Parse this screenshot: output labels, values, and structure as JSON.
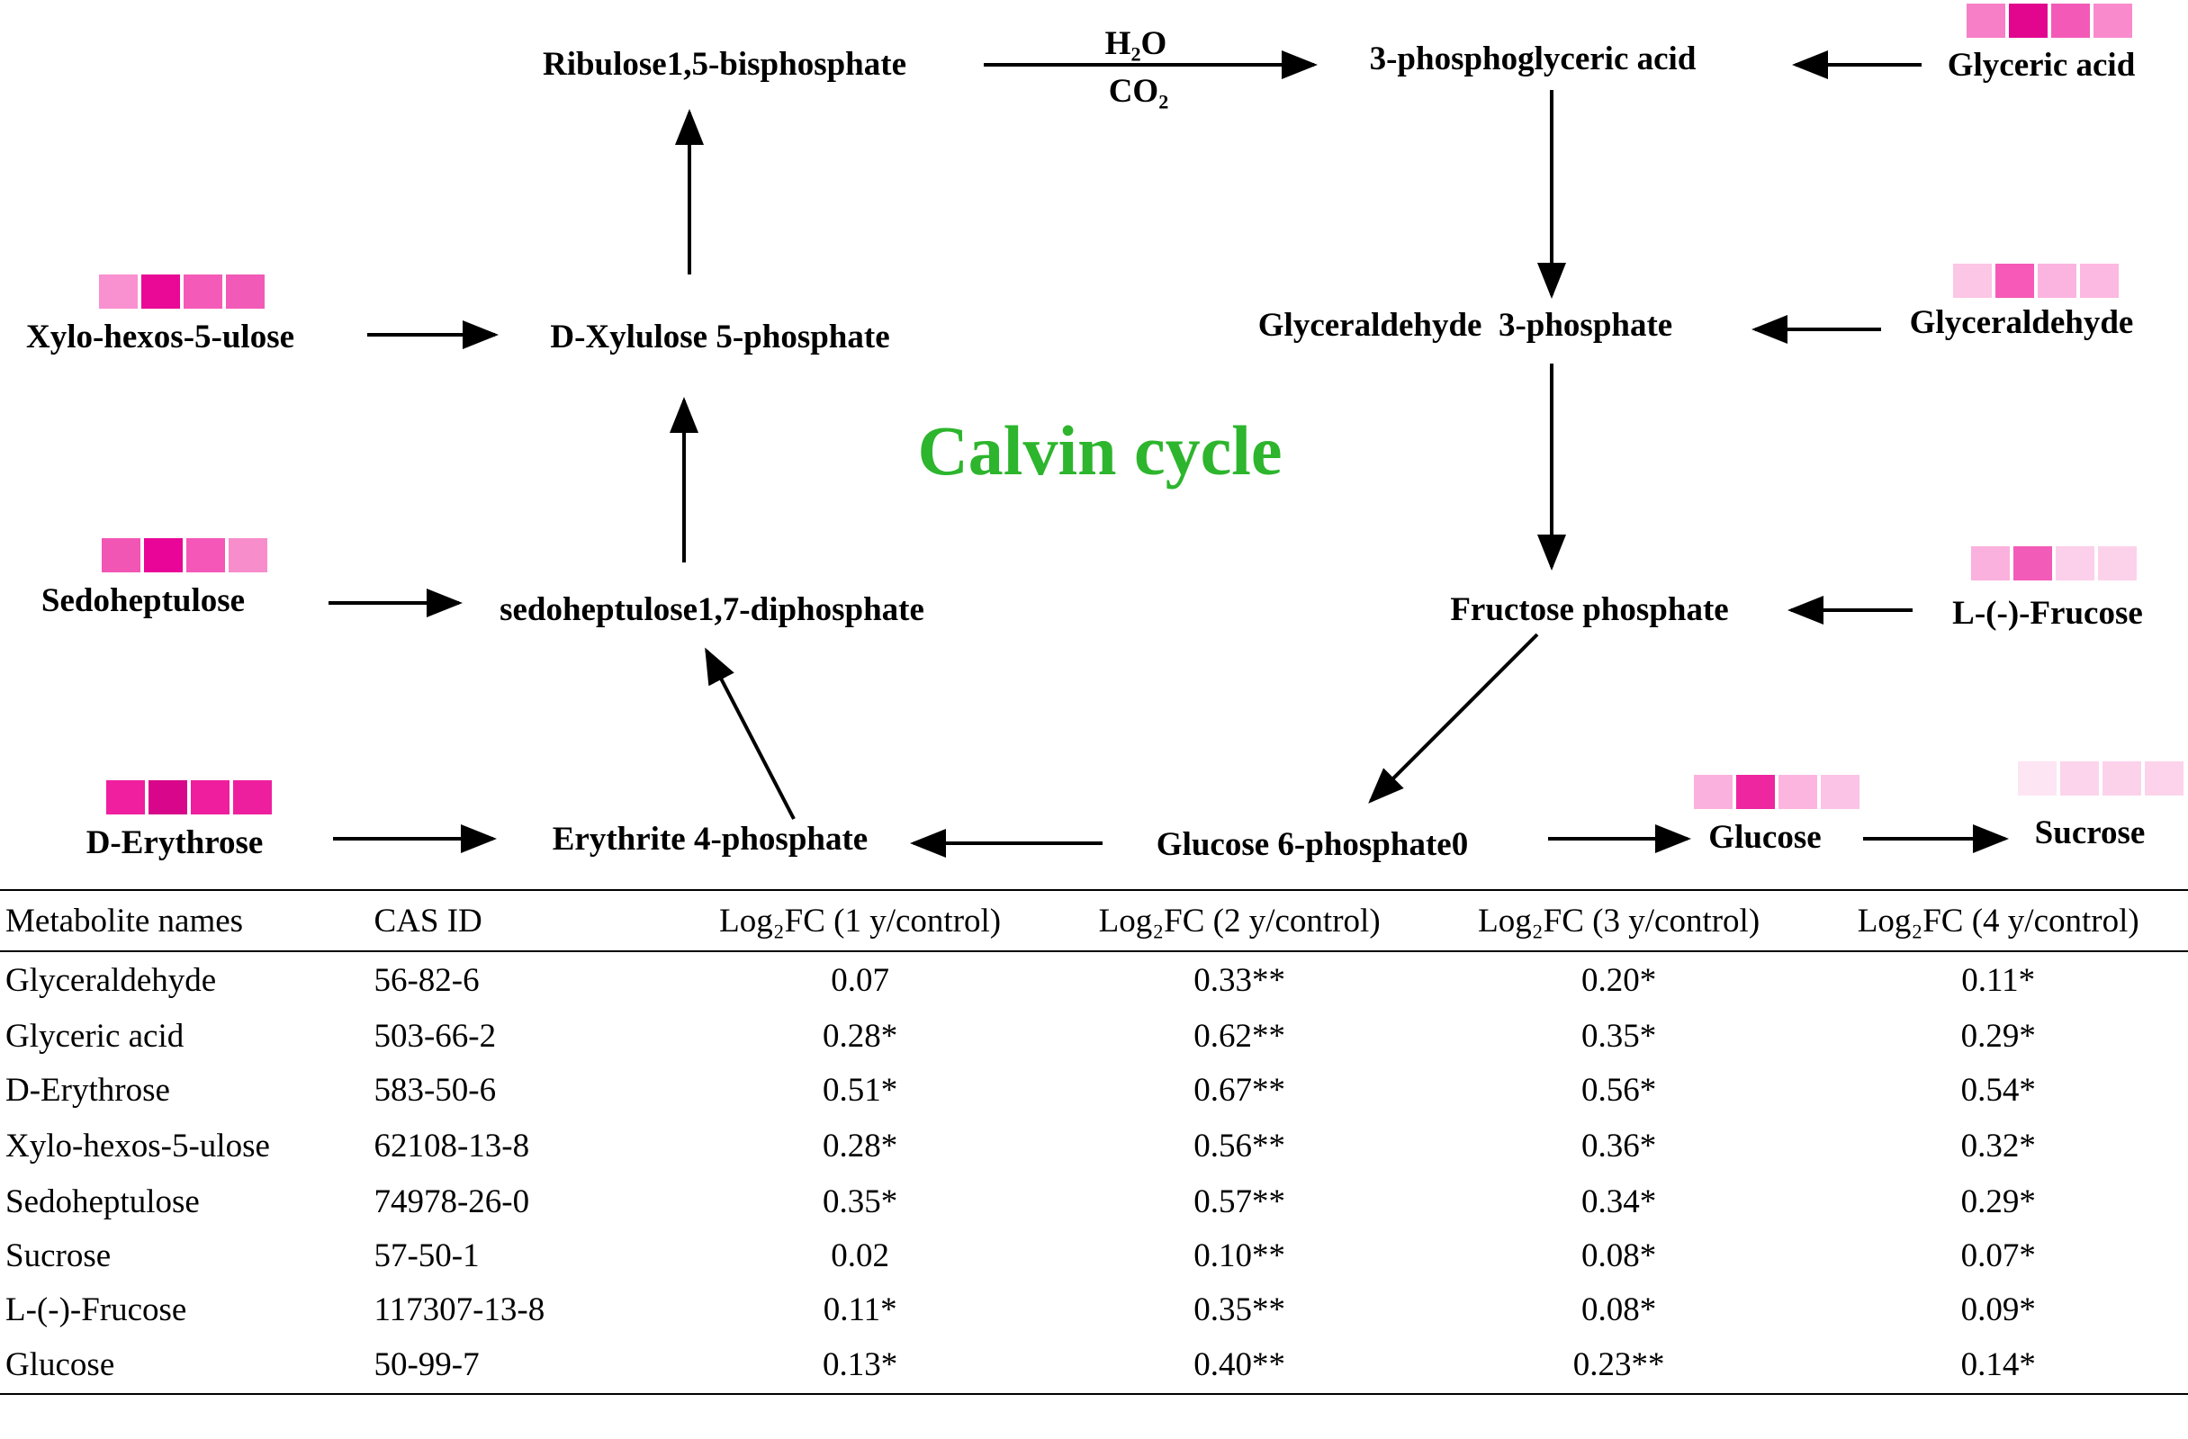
{
  "diagram": {
    "title": "Calvin cycle",
    "title_color": "#2db52d",
    "arrow_label_top": "H₂O",
    "arrow_label_bottom": "CO₂",
    "nodes": {
      "ribulose": "Ribulose1,5-bisphosphate",
      "pga": "3-phosphoglyceric acid",
      "glyceric_acid": "Glyceric acid",
      "g3p": "Glyceraldehyde  3-phosphate",
      "glyceraldehyde": "Glyceraldehyde",
      "xylo_hexos": "Xylo-hexos-5-ulose",
      "xylulose": "D-Xylulose 5-phosphate",
      "sedoheptulose": "Sedoheptulose",
      "sedo_dp": "sedoheptulose1,7-diphosphate",
      "fructose_p": "Fructose phosphate",
      "frucose": "L-(-)-Frucose",
      "erythrose": "D-Erythrose",
      "erythrite": "Erythrite 4-phosphate",
      "g6p": "Glucose 6-phosphate0",
      "glucose": "Glucose",
      "sucrose": "Sucrose"
    },
    "heatmaps": {
      "glyceric_acid": [
        "#f77fc8",
        "#e2058e",
        "#f35ab8",
        "#f98bcd"
      ],
      "glyceraldehyde": [
        "#fcc6e6",
        "#f659b8",
        "#fbb4df",
        "#fcb9e1"
      ],
      "xylo_hexos": [
        "#f990d0",
        "#e90996",
        "#f45bb8",
        "#f25ab7"
      ],
      "sedoheptulose": [
        "#f256b5",
        "#e90597",
        "#f457b7",
        "#f78dcb"
      ],
      "frucose": [
        "#fbb1dd",
        "#f35bb8",
        "#fcd0ea",
        "#fcd2eb"
      ],
      "erythrose": [
        "#ef1f9f",
        "#d8068a",
        "#ee1e9e",
        "#ee1f9f"
      ],
      "glucose": [
        "#fbb1dd",
        "#ee269f",
        "#fbb5df",
        "#fbc3e5"
      ],
      "sucrose": [
        "#fde5f3",
        "#fcd4ec",
        "#fcd2eb",
        "#fcd3eb"
      ]
    }
  },
  "table": {
    "headers": [
      "Metabolite names",
      "CAS ID",
      "Log₂FC (1 y/control)",
      "Log₂FC (2 y/control)",
      "Log₂FC (3 y/control)",
      "Log₂FC (4 y/control)"
    ],
    "rows": [
      [
        "Glyceraldehyde",
        "56-82-6",
        "0.07",
        "0.33**",
        "0.20*",
        "0.11*"
      ],
      [
        "Glyceric acid",
        "503-66-2",
        "0.28*",
        "0.62**",
        "0.35*",
        "0.29*"
      ],
      [
        "D-Erythrose",
        "583-50-6",
        "0.51*",
        "0.67**",
        "0.56*",
        "0.54*"
      ],
      [
        "Xylo-hexos-5-ulose",
        "62108-13-8",
        "0.28*",
        "0.56**",
        "0.36*",
        "0.32*"
      ],
      [
        "Sedoheptulose",
        "74978-26-0",
        "0.35*",
        "0.57**",
        "0.34*",
        "0.29*"
      ],
      [
        "Sucrose",
        "57-50-1",
        "0.02",
        "0.10**",
        "0.08*",
        "0.07*"
      ],
      [
        "L-(-)-Frucose",
        "117307-13-8",
        "0.11*",
        "0.35**",
        "0.08*",
        "0.09*"
      ],
      [
        "Glucose",
        "50-99-7",
        "0.13*",
        "0.40**",
        "0.23**",
        "0.14*"
      ]
    ]
  }
}
